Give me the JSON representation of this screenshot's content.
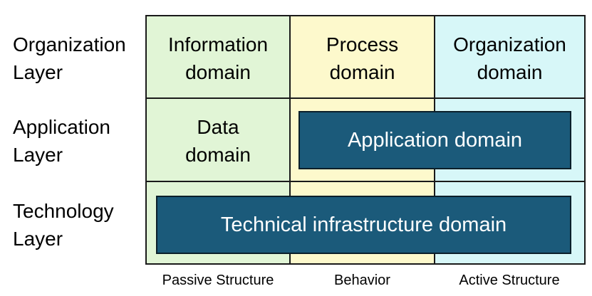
{
  "rows": [
    {
      "label": "Organization\nLayer"
    },
    {
      "label": "Application\nLayer"
    },
    {
      "label": "Technology\nLayer"
    }
  ],
  "columns": [
    {
      "label": "Passive Structure",
      "color": "#e1f5d6"
    },
    {
      "label": "Behavior",
      "color": "#fdf9cc"
    },
    {
      "label": "Active Structure",
      "color": "#d7f7f8"
    }
  ],
  "cells": {
    "information_domain": "Information\ndomain",
    "process_domain": "Process\ndomain",
    "organization_domain": "Organization\ndomain",
    "data_domain": "Data\ndomain"
  },
  "spanning_domains": {
    "application_domain": "Application domain",
    "technical_infrastructure_domain": "Technical infrastructure domain"
  },
  "colors": {
    "domain_box_fill": "#1b5a7a",
    "grid_line": "#1a1a1a"
  }
}
